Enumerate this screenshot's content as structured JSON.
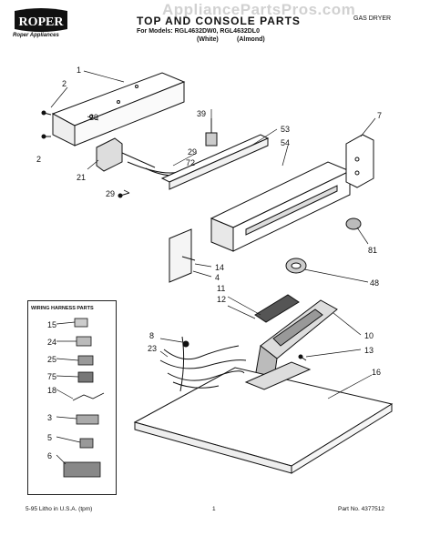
{
  "header": {
    "brand": "ROPER",
    "brand_sub": "Roper Appliances",
    "title": "TOP AND CONSOLE PARTS",
    "models_line": "For Models: RGL4632DW0, RGL4632DL0",
    "finish_white": "(White)",
    "finish_almond": "(Almond)",
    "doc_type": "GAS DRYER"
  },
  "watermark": "AppliancePartsPros.com",
  "harness": {
    "title": "WIRING HARNESS PARTS"
  },
  "callouts": {
    "c1": "1",
    "c2a": "2",
    "c2b": "2",
    "c29a": "29",
    "c21": "21",
    "c29b": "29",
    "c39": "39",
    "c29c": "29",
    "c72": "72",
    "c53": "53",
    "c54": "54",
    "c7": "7",
    "c81": "81",
    "c14": "14",
    "c4": "4",
    "c48": "48",
    "c11": "11",
    "c12": "12",
    "c8": "8",
    "c23": "23",
    "c10": "10",
    "c13": "13",
    "c16": "16",
    "h15": "15",
    "h24": "24",
    "h25": "25",
    "h75": "75",
    "h18": "18",
    "h3": "3",
    "h5": "5",
    "h6": "6"
  },
  "footer": {
    "left": "5-95 Litho in U.S.A. (tpm)",
    "center": "1",
    "right": "Part No. 4377512"
  }
}
